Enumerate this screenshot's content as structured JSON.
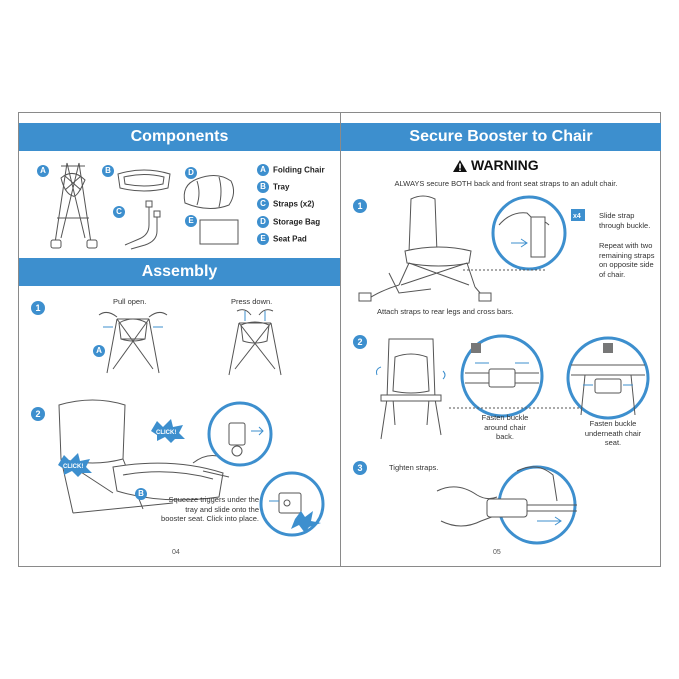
{
  "left_page": {
    "components_title": "Components",
    "assembly_title": "Assembly",
    "components": [
      {
        "letter": "A",
        "label": "Folding Chair"
      },
      {
        "letter": "B",
        "label": "Tray"
      },
      {
        "letter": "C",
        "label": "Straps (x2)"
      },
      {
        "letter": "D",
        "label": "Storage Bag"
      },
      {
        "letter": "E",
        "label": "Seat Pad"
      }
    ],
    "step1_label": "1",
    "pull_open": "Pull open.",
    "press_down": "Press down.",
    "step2_label": "2",
    "step2_text": "Squeeze triggers under the tray and slide onto the booster seat. Click into place.",
    "click_label": "CLICK!",
    "page_number": "04"
  },
  "right_page": {
    "title": "Secure Booster to Chair",
    "warning_title": "WARNING",
    "warning_text": "ALWAYS secure BOTH back and front seat straps to an adult chair.",
    "step1_label": "1",
    "x4_label": "x4",
    "slide_strap": "Slide strap through buckle.",
    "repeat_text": "Repeat with two remaining straps on opposite side of chair.",
    "attach_text": "Attach straps to rear legs and cross bars.",
    "step2_label": "2",
    "fasten_back": "Fasten buckle around chair back.",
    "fasten_seat": "Fasten buckle underneath chair seat.",
    "step3_label": "3",
    "tighten": "Tighten straps.",
    "page_number": "05"
  },
  "colors": {
    "accent": "#3d8fce",
    "border": "#8a8a8a"
  }
}
